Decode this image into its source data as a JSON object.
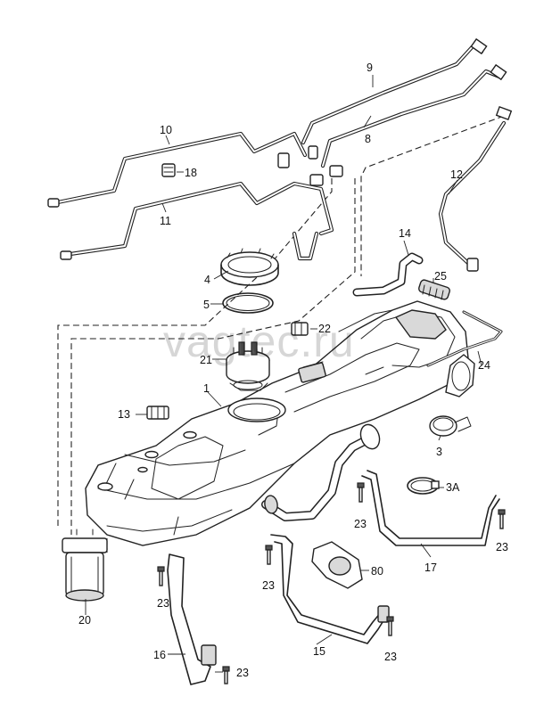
{
  "watermark": "vagtec.ru",
  "callouts": {
    "c1": "1",
    "c3": "3",
    "c3a": "3A",
    "c4": "4",
    "c5": "5",
    "c8": "8",
    "c9": "9",
    "c10": "10",
    "c11": "11",
    "c12": "12",
    "c13": "13",
    "c14": "14",
    "c15": "15",
    "c16": "16",
    "c17": "17",
    "c18": "18",
    "c20": "20",
    "c21": "21",
    "c22": "22",
    "c23a": "23",
    "c23b": "23",
    "c23c": "23",
    "c23d": "23",
    "c23e": "23",
    "c23f": "23",
    "c24": "24",
    "c25": "25",
    "c80": "80"
  }
}
